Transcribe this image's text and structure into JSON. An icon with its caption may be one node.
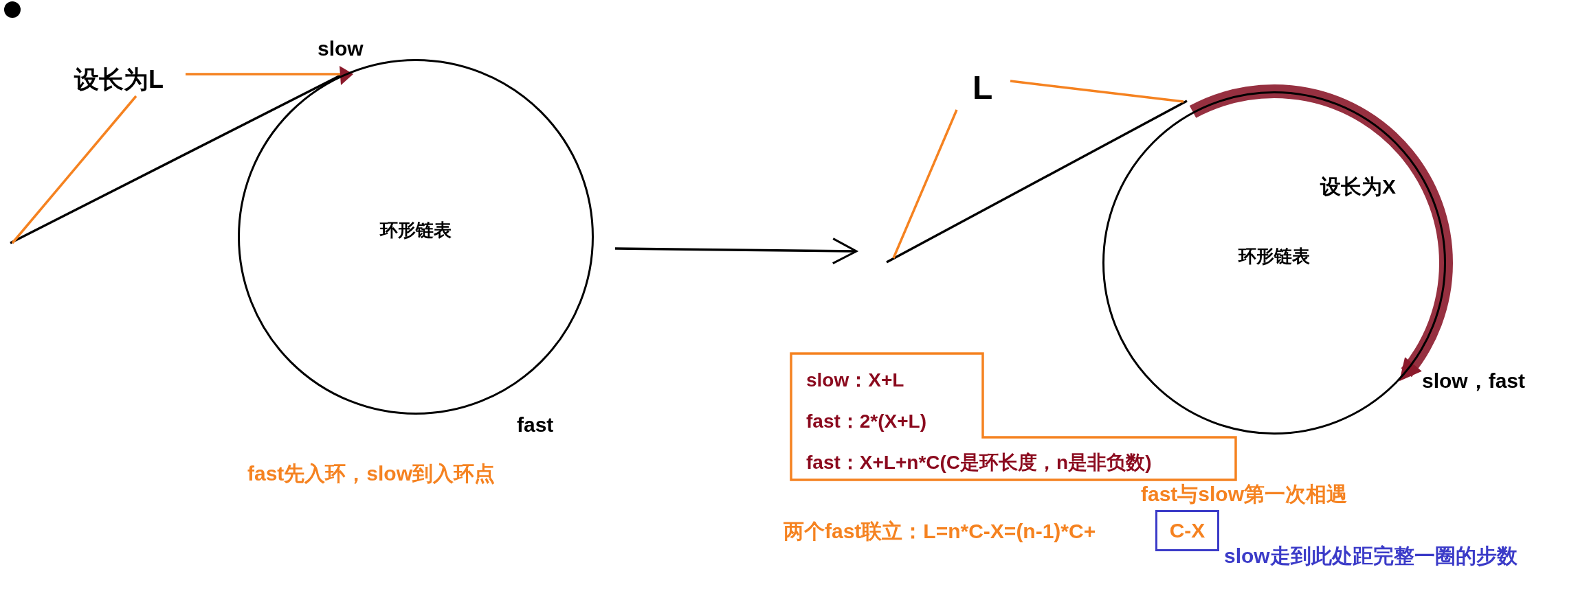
{
  "diagram": {
    "nodes": [
      {
        "text": [
          "环形链表"
        ],
        "beside": [
          "slow",
          "fast"
        ]
      },
      {
        "text": [
          "环形链表"
        ],
        "beside": [
          "slow，fast"
        ]
      },
      {
        "text": [
          "slow：X+L",
          "fast：2*(X+L)",
          "fast：X+L+n*C(C是环长度，n是非负数)"
        ]
      },
      {
        "text": [
          "C-X"
        ]
      }
    ],
    "labels": [
      "设长为L",
      "fast先入环，slow到入环点",
      "L",
      "设长为X",
      "fast与slow第一次相遇",
      "两个fast联立：L=n*C-X=(n-1)*C+",
      "slow走到此处距完整一圈的步数"
    ]
  }
}
